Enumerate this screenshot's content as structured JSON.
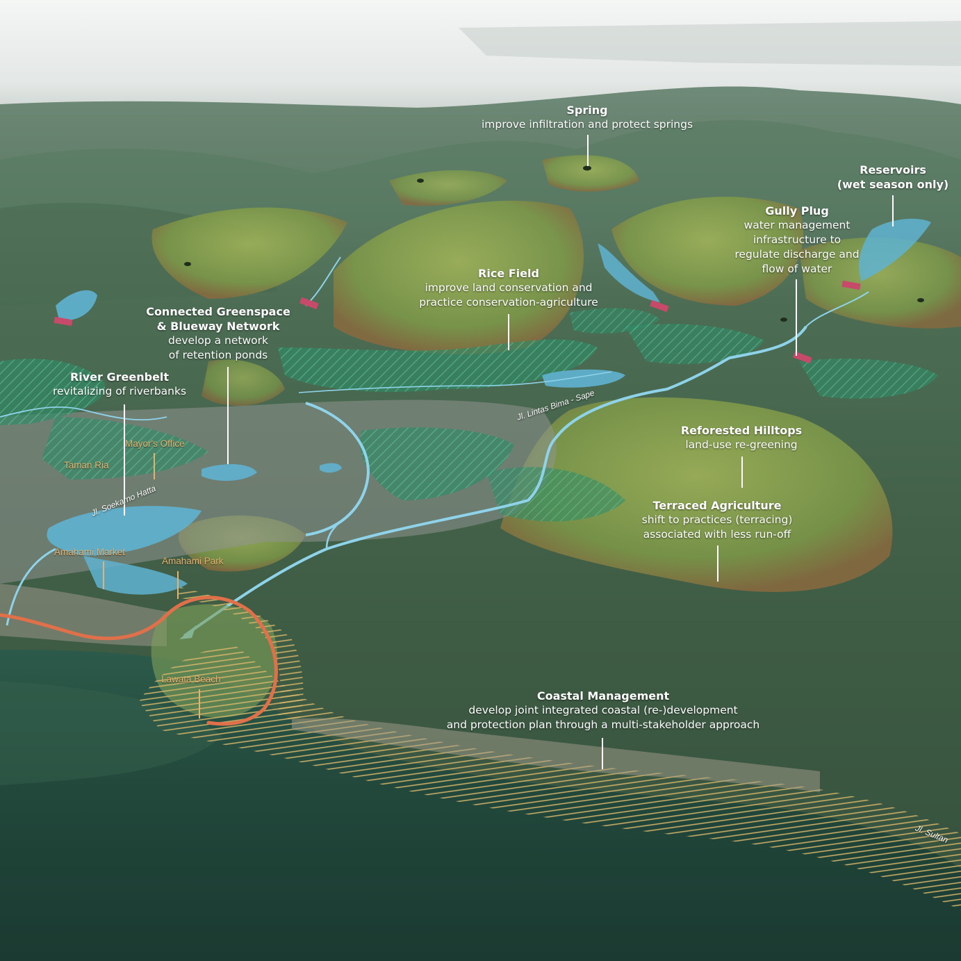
{
  "callouts": {
    "spring": {
      "title": "Spring",
      "desc": [
        "improve infiltration and protect springs"
      ]
    },
    "reservoirs": {
      "title": "Reservoirs",
      "desc": [
        "(wet season only)"
      ]
    },
    "gully_plug": {
      "title": "Gully Plug",
      "desc": [
        "water management",
        "infrastructure to",
        "regulate discharge and",
        "flow of water"
      ]
    },
    "rice_field": {
      "title": "Rice Field",
      "desc": [
        "improve land conservation and",
        "practice conservation-agriculture"
      ]
    },
    "greenspace": {
      "title": [
        "Connected Greenspace",
        "& Blueway Network"
      ],
      "desc": [
        "develop a network",
        "of retention ponds"
      ]
    },
    "river_greenbelt": {
      "title": "River Greenbelt",
      "desc": [
        "revitalizing of riverbanks"
      ]
    },
    "reforested": {
      "title": "Reforested Hilltops",
      "desc": [
        "land-use re-greening"
      ]
    },
    "terraced": {
      "title": "Terraced Agriculture",
      "desc": [
        "shift to  practices (terracing)",
        "associated with less run-off"
      ]
    },
    "coastal": {
      "title": "Coastal Management",
      "desc": [
        "develop joint integrated coastal (re-)development",
        "and protection plan through a multi-stakeholder approach"
      ]
    }
  },
  "places": {
    "mayors_office": "Mayor's Office",
    "taman_ria": "Taman Ria",
    "amahami_market": "Amahami Market",
    "amahami_park": "Amahami Park",
    "lawata_beach": "Lawata Beach"
  },
  "roads": {
    "lintas": "Jl. Lintas Bima - Sape",
    "soekarno": "Jl. Soekarno Hatta",
    "sultan": "Jl. Sultan"
  },
  "colors": {
    "water": "#5fb3d1",
    "river": "#8fd3ea",
    "greenspace": "#2e8c68",
    "coastal_road": "#e0704a",
    "coastal_hatch": "#d9b86b",
    "gully_plug": "#c84a6a",
    "place_label": "#e8b26e"
  }
}
